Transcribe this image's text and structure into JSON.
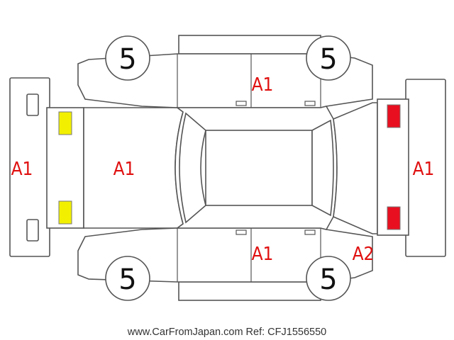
{
  "colors": {
    "damage_label": "#e01010",
    "outline": "#555555",
    "yellow_light": "#f2f000",
    "red_light": "#e81020"
  },
  "labels": {
    "front_bumper": "A1",
    "hood": "A1",
    "roof_side_upper": "A1",
    "roof_side_lower": "A1",
    "rear_bumper": "A1",
    "rear_quarter": "A2"
  },
  "tires": {
    "front_left": "5",
    "rear_left": "5",
    "front_right": "5",
    "rear_right": "5"
  },
  "footer": {
    "credit": "www.CarFromJapan.com Ref: CFJ1556550"
  }
}
